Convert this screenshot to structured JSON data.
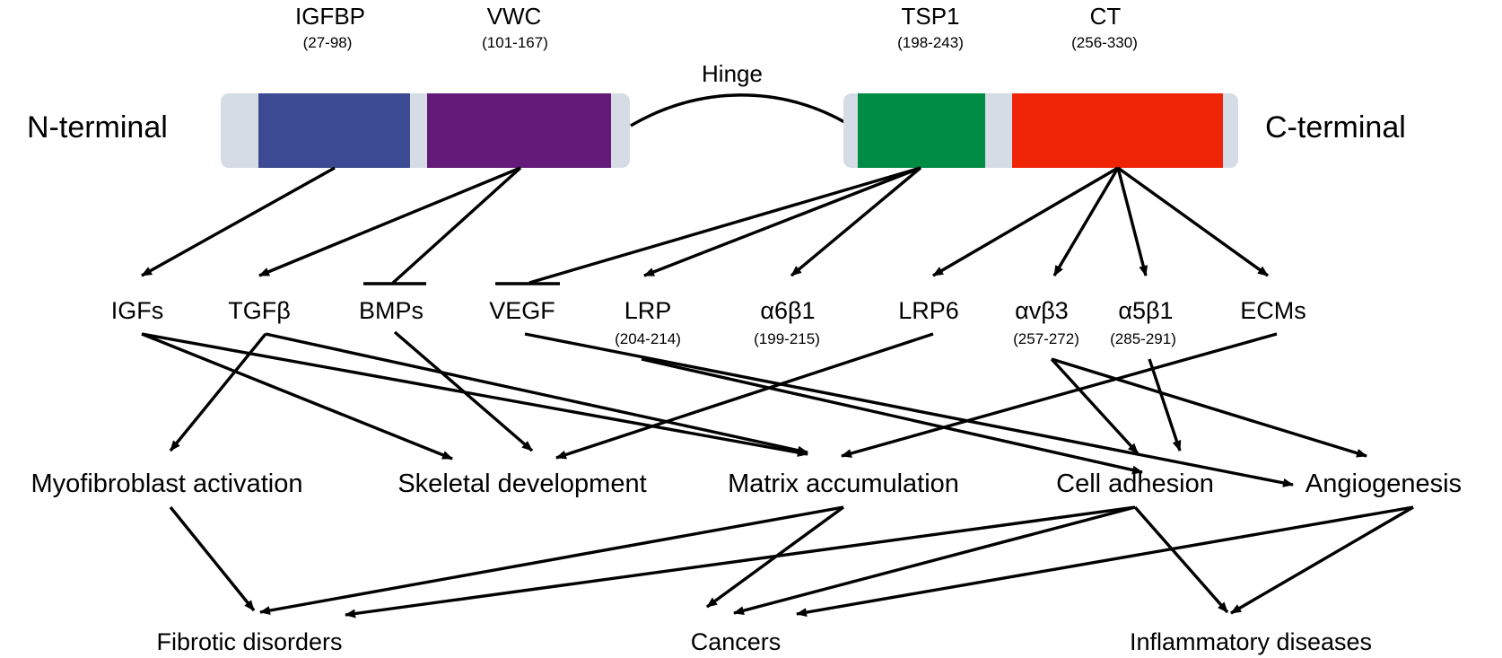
{
  "protein": {
    "n_terminal": "N-terminal",
    "c_terminal": "C-terminal",
    "hinge": "Hinge",
    "colors": {
      "backbone": "#d5dce6",
      "IGFBP": "#3b4a92",
      "VWC": "#631a79",
      "TSP1": "#008c45",
      "CT": "#ef2406"
    },
    "domains": [
      {
        "name": "IGFBP",
        "range": "(27-98)"
      },
      {
        "name": "VWC",
        "range": "(101-167)"
      },
      {
        "name": "TSP1",
        "range": "(198-243)"
      },
      {
        "name": "CT",
        "range": "(256-330)"
      }
    ]
  },
  "targets": [
    {
      "name": "IGFs",
      "range": ""
    },
    {
      "name": "TGFβ",
      "range": ""
    },
    {
      "name": "BMPs",
      "range": ""
    },
    {
      "name": "VEGF",
      "range": ""
    },
    {
      "name": "LRP",
      "range": "(204-214)"
    },
    {
      "name": "α6β1",
      "range": "(199-215)"
    },
    {
      "name": "LRP6",
      "range": ""
    },
    {
      "name": "αvβ3",
      "range": "(257-272)"
    },
    {
      "name": "α5β1",
      "range": "(285-291)"
    },
    {
      "name": "ECMs",
      "range": ""
    }
  ],
  "processes": [
    "Myofibroblast activation",
    "Skeletal development",
    "Matrix accumulation",
    "Cell adhesion",
    "Angiogenesis"
  ],
  "diseases": [
    "Fibrotic disorders",
    "Cancers",
    "Inflammatory diseases"
  ]
}
